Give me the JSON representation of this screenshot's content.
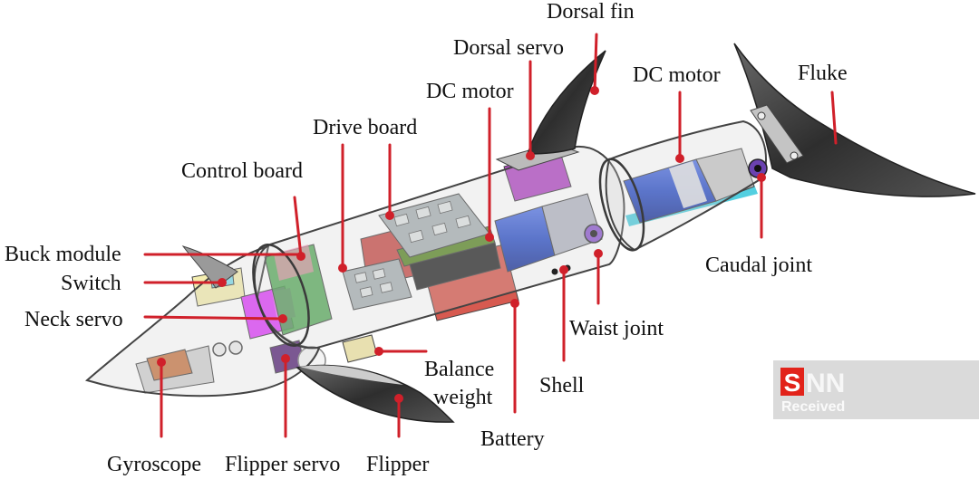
{
  "labels": {
    "dorsal_fin": "Dorsal fin",
    "dorsal_servo": "Dorsal servo",
    "dc_motor_left": "DC motor",
    "dc_motor_right": "DC motor",
    "fluke": "Fluke",
    "drive_board": "Drive board",
    "control_board": "Control board",
    "buck_module": "Buck module",
    "switch": "Switch",
    "neck_servo": "Neck servo",
    "caudal_joint": "Caudal joint",
    "waist_joint": "Waist joint",
    "balance_weight_line1": "Balance",
    "balance_weight_line2": "weight",
    "shell": "Shell",
    "battery": "Battery",
    "gyroscope": "Gyroscope",
    "flipper_servo": "Flipper servo",
    "flipper": "Flipper"
  },
  "watermark": {
    "logo_s": "S",
    "logo_nn": "NN",
    "status": "Received"
  },
  "colors": {
    "leader_line": "#d0202a",
    "label_text": "#111111",
    "control_board": "#43a047",
    "neck_servo": "#e040fb",
    "dc_motor": "#2f52c8",
    "battery": "#d75a50",
    "dorsal_servo": "#b24ac4",
    "watermark_logo": "#e2231a"
  }
}
